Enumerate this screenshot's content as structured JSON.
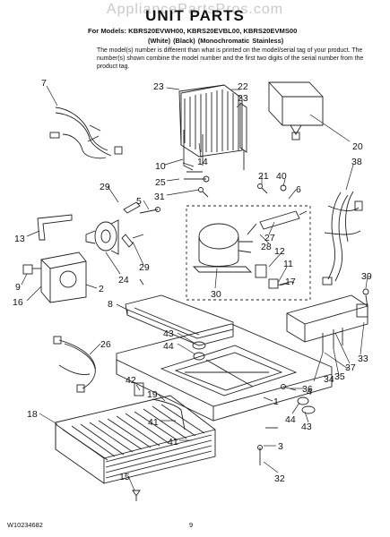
{
  "watermark": "AppliancePartsPros.com",
  "title": "UNIT PARTS",
  "models_line": "For Models: KBRS20EVWH00, KBRS20EVBL00, KBRS20EVMS00",
  "colors_line": "(White)       (Black) (Monochromatic Stainless)",
  "note": "The model(s) number is different than what is printed on the model/serial tag of your product. The number(s) shown combine the model number and the first two digits of the serial number from the product tag.",
  "footer": {
    "doc_number": "W10234682",
    "page_number": "9"
  },
  "callouts": [
    {
      "id": "c7",
      "text": "7"
    },
    {
      "id": "c23a",
      "text": "23"
    },
    {
      "id": "c22",
      "text": "22"
    },
    {
      "id": "c23b",
      "text": "23"
    },
    {
      "id": "c20",
      "text": "20"
    },
    {
      "id": "c38",
      "text": "38"
    },
    {
      "id": "c10",
      "text": "10"
    },
    {
      "id": "c14",
      "text": "14"
    },
    {
      "id": "c25",
      "text": "25"
    },
    {
      "id": "c21",
      "text": "21"
    },
    {
      "id": "c40",
      "text": "40"
    },
    {
      "id": "c6",
      "text": "6"
    },
    {
      "id": "c29a",
      "text": "29"
    },
    {
      "id": "c5",
      "text": "5"
    },
    {
      "id": "c31",
      "text": "31"
    },
    {
      "id": "c13",
      "text": "13"
    },
    {
      "id": "c27",
      "text": "27"
    },
    {
      "id": "c28",
      "text": "28"
    },
    {
      "id": "c12",
      "text": "12"
    },
    {
      "id": "c29b",
      "text": "29"
    },
    {
      "id": "c11",
      "text": "11"
    },
    {
      "id": "c17",
      "text": "17"
    },
    {
      "id": "c9",
      "text": "9"
    },
    {
      "id": "c16",
      "text": "16"
    },
    {
      "id": "c2",
      "text": "2"
    },
    {
      "id": "c24",
      "text": "24"
    },
    {
      "id": "c30",
      "text": "30"
    },
    {
      "id": "c39",
      "text": "39"
    },
    {
      "id": "c8",
      "text": "8"
    },
    {
      "id": "c26",
      "text": "26"
    },
    {
      "id": "c43a",
      "text": "43"
    },
    {
      "id": "c44a",
      "text": "44"
    },
    {
      "id": "c37",
      "text": "37"
    },
    {
      "id": "c33",
      "text": "33"
    },
    {
      "id": "c34",
      "text": "34"
    },
    {
      "id": "c35",
      "text": "35"
    },
    {
      "id": "c36",
      "text": "36"
    },
    {
      "id": "c42",
      "text": "42"
    },
    {
      "id": "c19",
      "text": "19"
    },
    {
      "id": "c4",
      "text": "4"
    },
    {
      "id": "c1",
      "text": "1"
    },
    {
      "id": "c18",
      "text": "18"
    },
    {
      "id": "c41a",
      "text": "41"
    },
    {
      "id": "c41b",
      "text": "41"
    },
    {
      "id": "c44b",
      "text": "44"
    },
    {
      "id": "c43b",
      "text": "43"
    },
    {
      "id": "c3",
      "text": "3"
    },
    {
      "id": "c15",
      "text": "15"
    },
    {
      "id": "c32",
      "text": "32"
    }
  ]
}
